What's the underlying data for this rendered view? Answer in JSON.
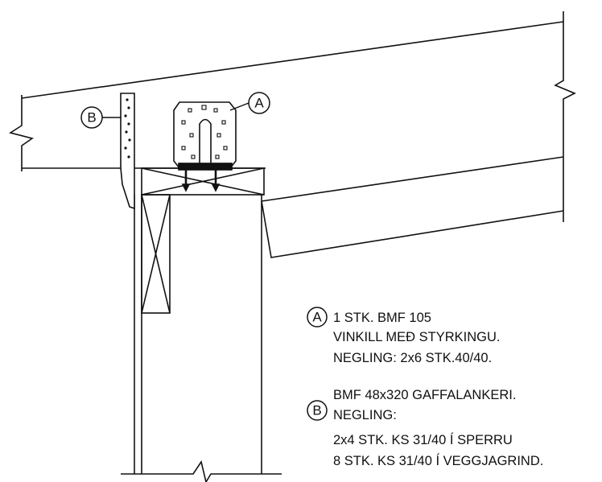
{
  "callouts": {
    "a": {
      "letter": "A"
    },
    "b": {
      "letter": "B"
    }
  },
  "legend": {
    "a": {
      "letter": "A",
      "lines": [
        "1 STK. BMF 105",
        "VINKILL MEÐ STYRKINGU.",
        "NEGLING: 2x6 STK.40/40."
      ]
    },
    "b": {
      "letter": "B",
      "lines": [
        "BMF 48x320 GAFFALANKERI.",
        "NEGLING:",
        "2x4 STK. KS 31/40 Í SPERRU",
        "8 STK. KS 31/40 Í VEGGJAGRIND."
      ]
    }
  },
  "colors": {
    "ink": "#111111",
    "paper": "#ffffff"
  }
}
